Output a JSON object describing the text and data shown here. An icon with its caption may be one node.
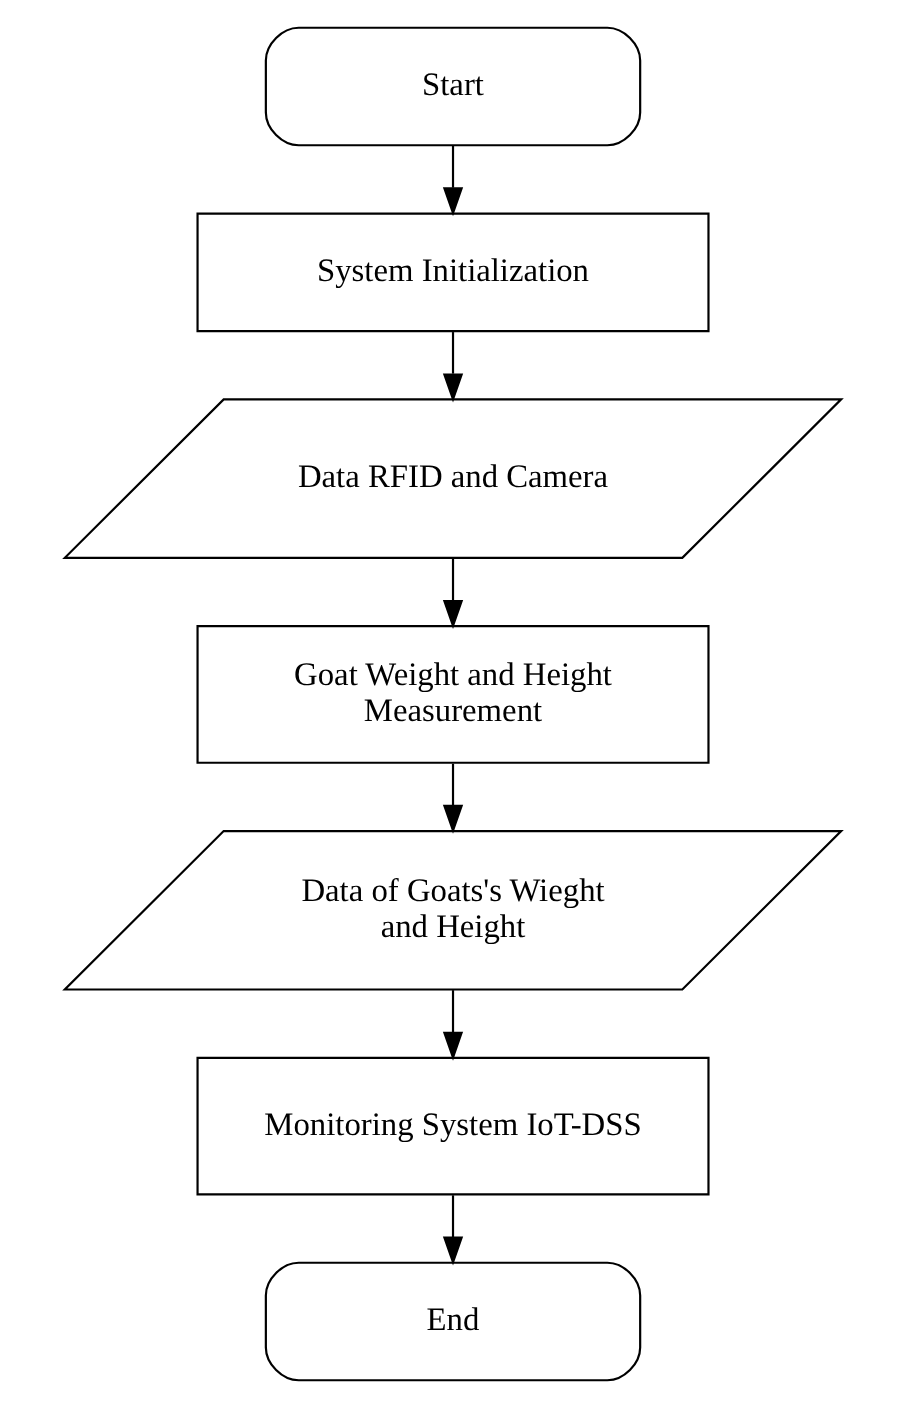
{
  "diagram": {
    "nodes": [
      {
        "text": [
          "Start"
        ]
      },
      {
        "text": [
          "System Initialization"
        ]
      },
      {
        "text": [
          "Data RFID and Camera"
        ]
      },
      {
        "text": [
          "Goat Weight and Height Measurement"
        ]
      },
      {
        "text": [
          "Data of Goats's Wieght and Height"
        ]
      },
      {
        "text": [
          "Monitoring System IoT-DSS"
        ]
      },
      {
        "text": [
          "End"
        ]
      }
    ],
    "edges": [
      {
        "from": 0,
        "to": 1,
        "arrow": "to"
      },
      {
        "from": 1,
        "to": 2,
        "arrow": "to"
      },
      {
        "from": 2,
        "to": 3,
        "arrow": "to"
      },
      {
        "from": 3,
        "to": 4,
        "arrow": "to"
      },
      {
        "from": 4,
        "to": 5,
        "arrow": "to"
      },
      {
        "from": 5,
        "to": 6,
        "arrow": "to"
      }
    ]
  }
}
